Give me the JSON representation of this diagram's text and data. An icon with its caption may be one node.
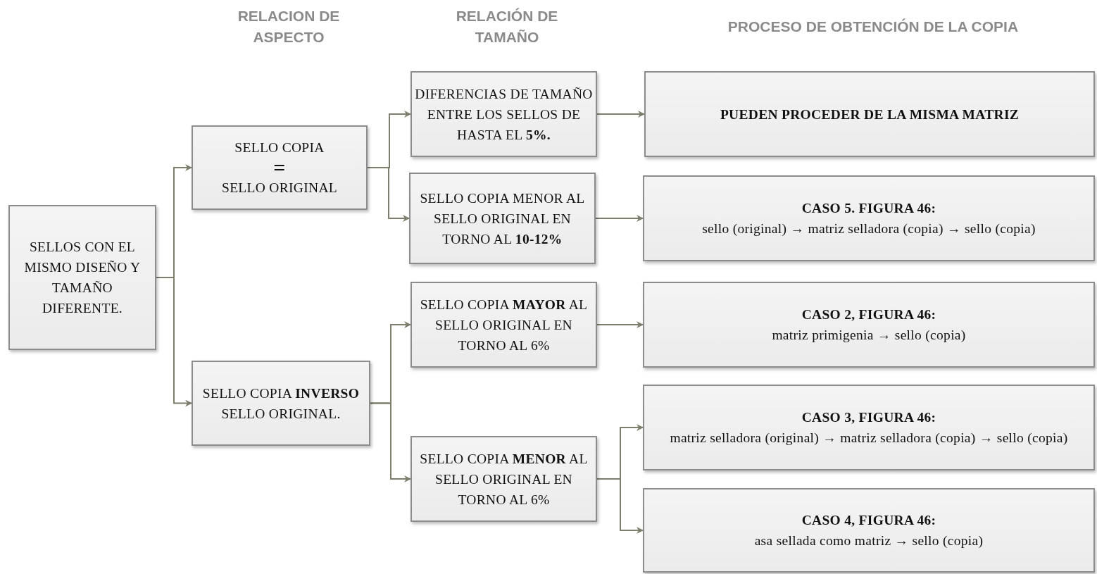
{
  "diagram": {
    "nodes": [
      {
        "text": [
          "SELLOS CON EL MISMO DISEÑO Y TAMAÑO DIFERENTE."
        ]
      },
      {
        "text": [
          "SELLO COPIA",
          "=",
          "SELLO ORIGINAL"
        ]
      },
      {
        "text": [
          "SELLO COPIA **INVERSO** SELLO ORIGINAL."
        ]
      },
      {
        "text": [
          "DIFERENCIAS DE TAMAÑO ENTRE LOS SELLOS DE HASTA EL **5%.**"
        ]
      },
      {
        "text": [
          "SELLO COPIA MENOR AL SELLO ORIGINAL EN TORNO AL  **10-12%**"
        ]
      },
      {
        "text": [
          "SELLO COPIA **MAYOR** AL SELLO ORIGINAL EN TORNO AL 6%"
        ]
      },
      {
        "text": [
          "SELLO COPIA **MENOR** AL SELLO ORIGINAL EN TORNO AL 6%"
        ]
      },
      {
        "text": [
          "PUEDEN PROCEDER DE LA MISMA MATRIZ"
        ]
      },
      {
        "text": [
          "CASO 5. FIGURA 46:",
          "sello (original) → matriz selladora (copia) → sello (copia)"
        ]
      },
      {
        "text": [
          "CASO 2, FIGURA 46:",
          "matriz primigenia → sello (copia)"
        ]
      },
      {
        "text": [
          "CASO 3, FIGURA 46:",
          "matriz selladora (original) → matriz selladora (copia) → sello (copia)"
        ]
      },
      {
        "text": [
          "CASO 4, FIGURA 46:",
          "asa sellada como matriz → sello (copia)"
        ]
      }
    ],
    "edges": [
      {
        "from": 0,
        "to": 1,
        "arrow": "to"
      },
      {
        "from": 0,
        "to": 2,
        "arrow": "to"
      },
      {
        "from": 1,
        "to": 3,
        "arrow": "to"
      },
      {
        "from": 1,
        "to": 4,
        "arrow": "to"
      },
      {
        "from": 2,
        "to": 5,
        "arrow": "to"
      },
      {
        "from": 2,
        "to": 6,
        "arrow": "to"
      },
      {
        "from": 3,
        "to": 7,
        "arrow": "to"
      },
      {
        "from": 4,
        "to": 8,
        "arrow": "to"
      },
      {
        "from": 5,
        "to": 9,
        "arrow": "to"
      },
      {
        "from": 6,
        "to": 10,
        "arrow": "to"
      },
      {
        "from": 6,
        "to": 11,
        "arrow": "to"
      }
    ],
    "labels": [
      "RELACION DE ASPECTO",
      "RELACIÓN DE TAMAÑO",
      "PROCESO DE OBTENCIÓN DE LA COPIA"
    ]
  }
}
